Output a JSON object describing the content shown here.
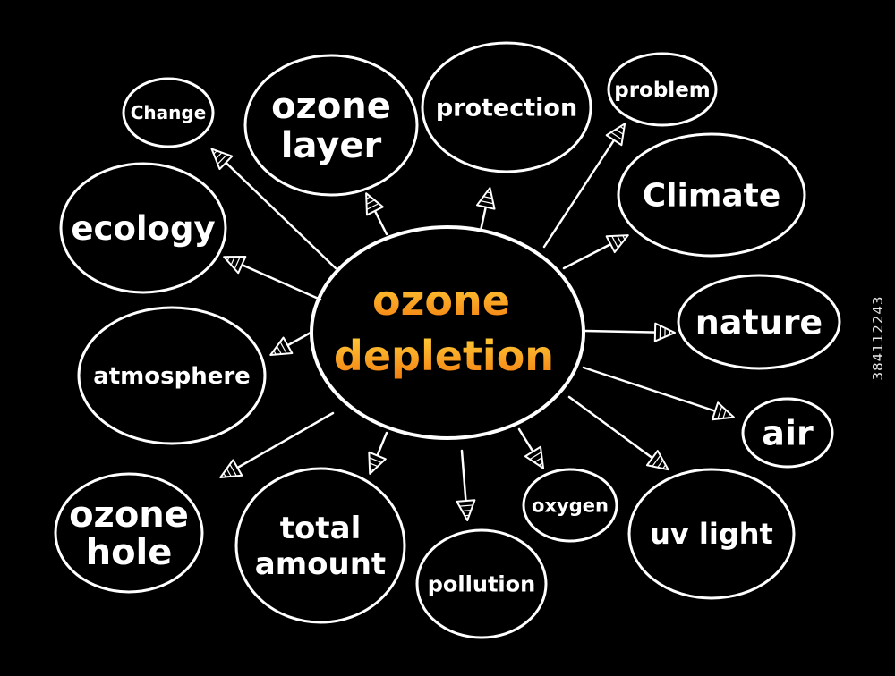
{
  "diagram": {
    "center": {
      "lines": [
        "ozone",
        "depletion"
      ],
      "gradient_top": "#ffd23a",
      "gradient_bottom": "#f37c10"
    },
    "nodes": [
      {
        "id": "change",
        "lines": [
          "Change"
        ]
      },
      {
        "id": "ozone-layer",
        "lines": [
          "ozone",
          "layer"
        ]
      },
      {
        "id": "protection",
        "lines": [
          "protection"
        ]
      },
      {
        "id": "problem",
        "lines": [
          "problem"
        ]
      },
      {
        "id": "climate",
        "lines": [
          "Climate"
        ]
      },
      {
        "id": "ecology",
        "lines": [
          "ecology"
        ]
      },
      {
        "id": "nature",
        "lines": [
          "nature"
        ]
      },
      {
        "id": "atmosphere",
        "lines": [
          "atmosphere"
        ]
      },
      {
        "id": "air",
        "lines": [
          "air"
        ]
      },
      {
        "id": "ozone-hole",
        "lines": [
          "ozone",
          "hole"
        ]
      },
      {
        "id": "total-amount",
        "lines": [
          "total",
          "amount"
        ]
      },
      {
        "id": "pollution",
        "lines": [
          "pollution"
        ]
      },
      {
        "id": "oxygen",
        "lines": [
          "oxygen"
        ]
      },
      {
        "id": "uv-light",
        "lines": [
          "uv light"
        ]
      }
    ]
  },
  "watermark": {
    "text": "384112243"
  },
  "colors": {
    "background": "#000000",
    "stroke": "#ffffff"
  }
}
